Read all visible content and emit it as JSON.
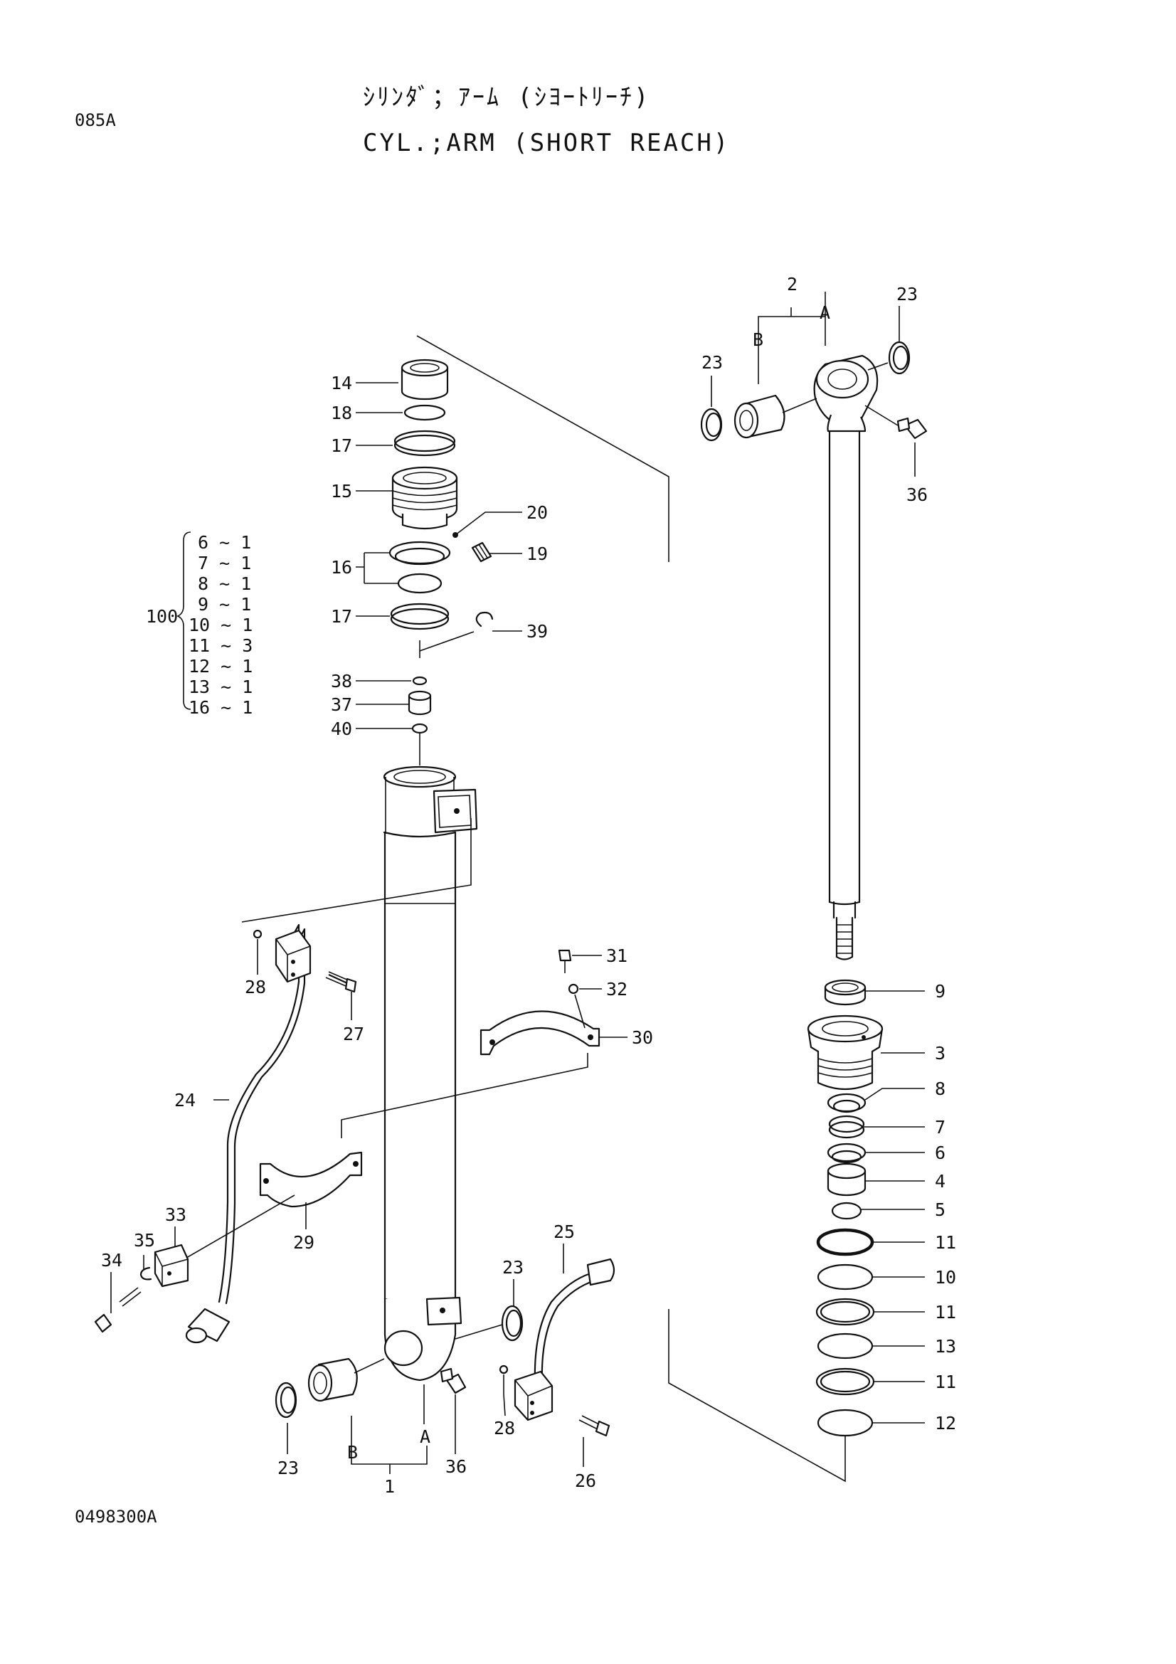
{
  "page": {
    "code": "085A",
    "drawing_number": "0498300A"
  },
  "title": {
    "japanese": "ｼﾘﾝﾀﾞ；ｱｰﾑ (ｼﾖｰﾄﾘｰﾁ)",
    "english": "CYL.;ARM (SHORT REACH)"
  },
  "kit": {
    "number": "100",
    "items": [
      "6 ~ 1",
      "7 ~ 1",
      "8 ~ 1",
      "9 ~ 1",
      "10 ~ 1",
      "11 ~ 3",
      "12 ~ 1",
      "13 ~ 1",
      "16 ~ 1"
    ]
  },
  "callouts": {
    "c14": "14",
    "c18": "18",
    "c17a": "17",
    "c15": "15",
    "c20": "20",
    "c19": "19",
    "c16": "16",
    "c17b": "17",
    "c39": "39",
    "c38": "38",
    "c37": "37",
    "c40": "40",
    "c28a": "28",
    "c27": "27",
    "c24": "24",
    "c31": "31",
    "c32": "32",
    "c30": "30",
    "c29": "29",
    "c33": "33",
    "c35": "35",
    "c34": "34",
    "c25": "25",
    "c23c": "23",
    "c28b": "28",
    "c26": "26",
    "c36b": "36",
    "c23d": "23",
    "c1": "1",
    "c2": "2",
    "c23a": "23",
    "c23b": "23",
    "c36a": "36",
    "c9": "9",
    "c3": "3",
    "c8": "8",
    "c7": "7",
    "c6": "6",
    "c4": "4",
    "c5": "5",
    "c11a": "11",
    "c10": "10",
    "c11b": "11",
    "c13": "13",
    "c11c": "11",
    "c12": "12"
  },
  "subassembly_marks": {
    "rod_a": "A",
    "rod_b": "B",
    "tube_a": "A",
    "tube_b": "B"
  },
  "colors": {
    "ink": "#111111",
    "paper": "#ffffff"
  }
}
